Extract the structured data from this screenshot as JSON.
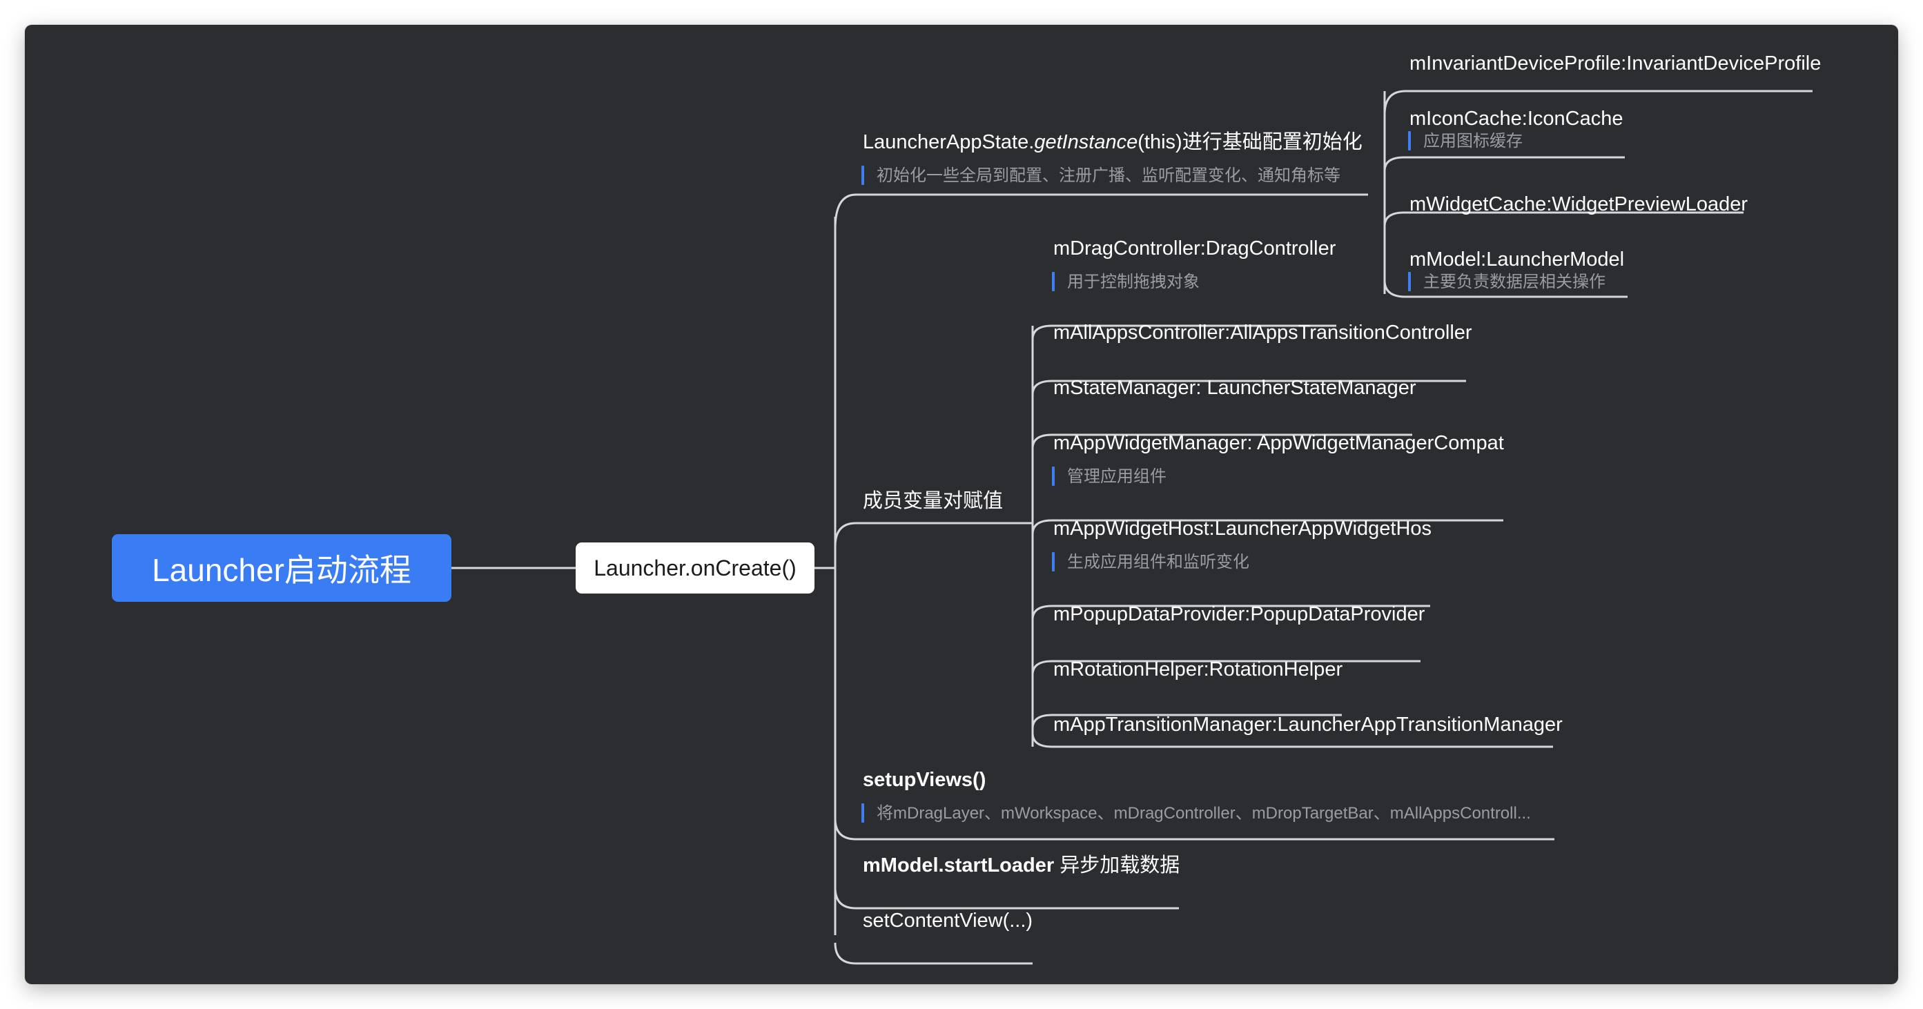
{
  "diagram": {
    "root": "Launcher启动流程",
    "center": "Launcher.onCreate()",
    "app_state": {
      "prefix": "LauncherAppState.",
      "method": "getInstance",
      "suffix": "(this)进行基础配置初始化",
      "note": "初始化一些全局到配置、注册广播、监听配置变化、通知角标等"
    },
    "app_state_children": [
      {
        "label": "mInvariantDeviceProfile:InvariantDeviceProfile",
        "note": ""
      },
      {
        "label": "mIconCache:IconCache",
        "note": "应用图标缓存"
      },
      {
        "label": "mWidgetCache:WidgetPreviewLoader",
        "note": ""
      },
      {
        "label": "mModel:LauncherModel",
        "note": "主要负责数据层相关操作"
      }
    ],
    "members": {
      "label": "成员变量对赋值",
      "children": [
        {
          "label": "mDragController:DragController",
          "note": "用于控制拖拽对象"
        },
        {
          "label": "mAllAppsController:AllAppsTransitionController",
          "note": ""
        },
        {
          "label": "mStateManager: LauncherStateManager",
          "note": ""
        },
        {
          "label": "mAppWidgetManager: AppWidgetManagerCompat",
          "note": "管理应用组件"
        },
        {
          "label": "mAppWidgetHost:LauncherAppWidgetHos",
          "note": "生成应用组件和监听变化"
        },
        {
          "label": "mPopupDataProvider:PopupDataProvider",
          "note": ""
        },
        {
          "label": "mRotationHelper:RotationHelper",
          "note": ""
        },
        {
          "label": "mAppTransitionManager:LauncherAppTransitionManager",
          "note": ""
        }
      ]
    },
    "setup_views": {
      "label": "setupViews()",
      "note": "将mDragLayer、mWorkspace、mDragController、mDropTargetBar、mAllAppsControll..."
    },
    "start_loader": {
      "bold": "mModel.startLoader",
      "rest": " 异步加载数据"
    },
    "set_content": "setContentView(...)"
  },
  "colors": {
    "canvas": "#2b2d31",
    "root": "#3a7cf3",
    "line": "#d6d7db",
    "note_bar": "#3f7ef0",
    "note_text": "#9a9ca2"
  }
}
